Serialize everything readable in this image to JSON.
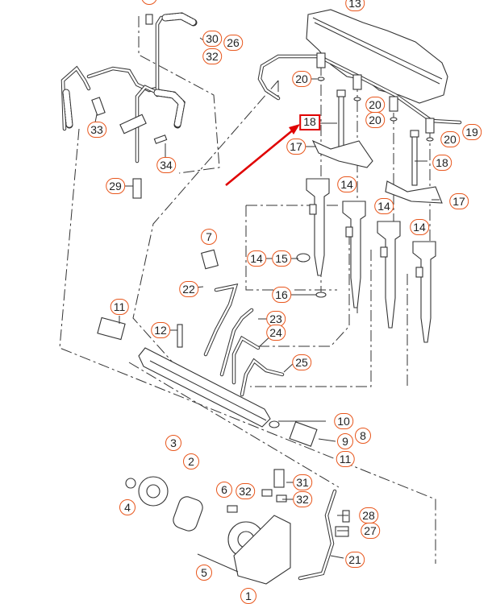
{
  "diagram": {
    "title": "Fuel injection system exploded parts diagram",
    "highlight_color": "#e00000",
    "callout_border_color": "#e8561c",
    "highlighted_part": "18",
    "callouts": [
      {
        "id": "c-top",
        "label": "",
        "part": "unknown-top"
      },
      {
        "id": "c13",
        "label": "13"
      },
      {
        "id": "c30",
        "label": "30"
      },
      {
        "id": "c26",
        "label": "26"
      },
      {
        "id": "c32a",
        "label": "32"
      },
      {
        "id": "c20a",
        "label": "20"
      },
      {
        "id": "c20b",
        "label": "20"
      },
      {
        "id": "c20c",
        "label": "20"
      },
      {
        "id": "c20d",
        "label": "20"
      },
      {
        "id": "c19",
        "label": "19"
      },
      {
        "id": "c18h",
        "label": "18"
      },
      {
        "id": "c18b",
        "label": "18"
      },
      {
        "id": "c17a",
        "label": "17"
      },
      {
        "id": "c17b",
        "label": "17"
      },
      {
        "id": "c33",
        "label": "33"
      },
      {
        "id": "c34",
        "label": "34"
      },
      {
        "id": "c29",
        "label": "29"
      },
      {
        "id": "c14a",
        "label": "14"
      },
      {
        "id": "c14b",
        "label": "14"
      },
      {
        "id": "c14c",
        "label": "14"
      },
      {
        "id": "c14d",
        "label": "14"
      },
      {
        "id": "c15",
        "label": "15"
      },
      {
        "id": "c16",
        "label": "16"
      },
      {
        "id": "c7",
        "label": "7"
      },
      {
        "id": "c22",
        "label": "22"
      },
      {
        "id": "c11a",
        "label": "11"
      },
      {
        "id": "c12",
        "label": "12"
      },
      {
        "id": "c23",
        "label": "23"
      },
      {
        "id": "c24",
        "label": "24"
      },
      {
        "id": "c25",
        "label": "25"
      },
      {
        "id": "c10",
        "label": "10"
      },
      {
        "id": "c8",
        "label": "8"
      },
      {
        "id": "c9",
        "label": "9"
      },
      {
        "id": "c11b",
        "label": "11"
      },
      {
        "id": "c3",
        "label": "3"
      },
      {
        "id": "c2",
        "label": "2"
      },
      {
        "id": "c4",
        "label": "4"
      },
      {
        "id": "c6",
        "label": "6"
      },
      {
        "id": "c32b",
        "label": "32"
      },
      {
        "id": "c31",
        "label": "31"
      },
      {
        "id": "c32c",
        "label": "32"
      },
      {
        "id": "c28",
        "label": "28"
      },
      {
        "id": "c27",
        "label": "27"
      },
      {
        "id": "c5",
        "label": "5"
      },
      {
        "id": "c21",
        "label": "21"
      },
      {
        "id": "c1",
        "label": "1"
      }
    ]
  }
}
